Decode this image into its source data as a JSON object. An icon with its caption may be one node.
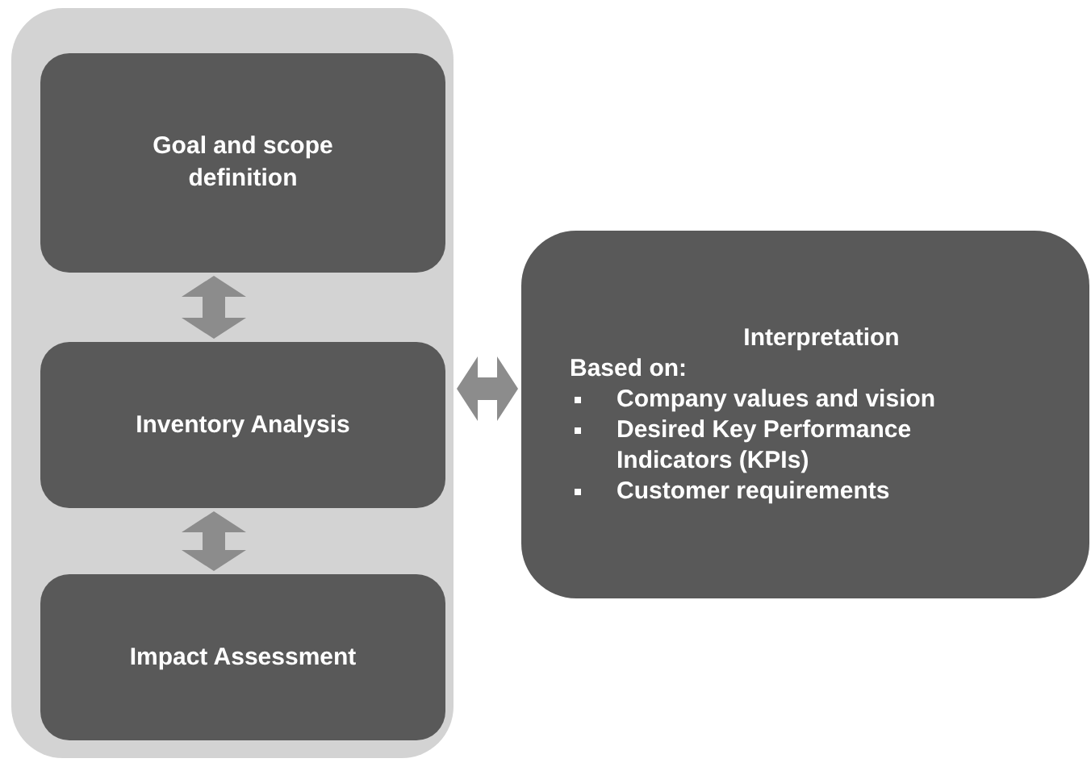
{
  "diagram": {
    "nodes": [
      {
        "text": [],
        "shape": "box"
      },
      {
        "text": [
          "Goal and scope definition"
        ],
        "in": 0
      },
      {
        "text": [
          "Inventory Analysis"
        ],
        "in": 0
      },
      {
        "text": [
          "Impact Assessment"
        ],
        "in": 0
      },
      {
        "text": [
          "Interpretation",
          "Based on:",
          "Company values and vision",
          "Desired Key Performance Indicators (KPIs)",
          "Customer requirements"
        ]
      }
    ],
    "edges": [
      {
        "from": 1,
        "to": 2,
        "arrow": "both"
      },
      {
        "from": 2,
        "to": 3,
        "arrow": "both"
      },
      {
        "from": 0,
        "to": 4,
        "arrow": "both"
      }
    ]
  }
}
